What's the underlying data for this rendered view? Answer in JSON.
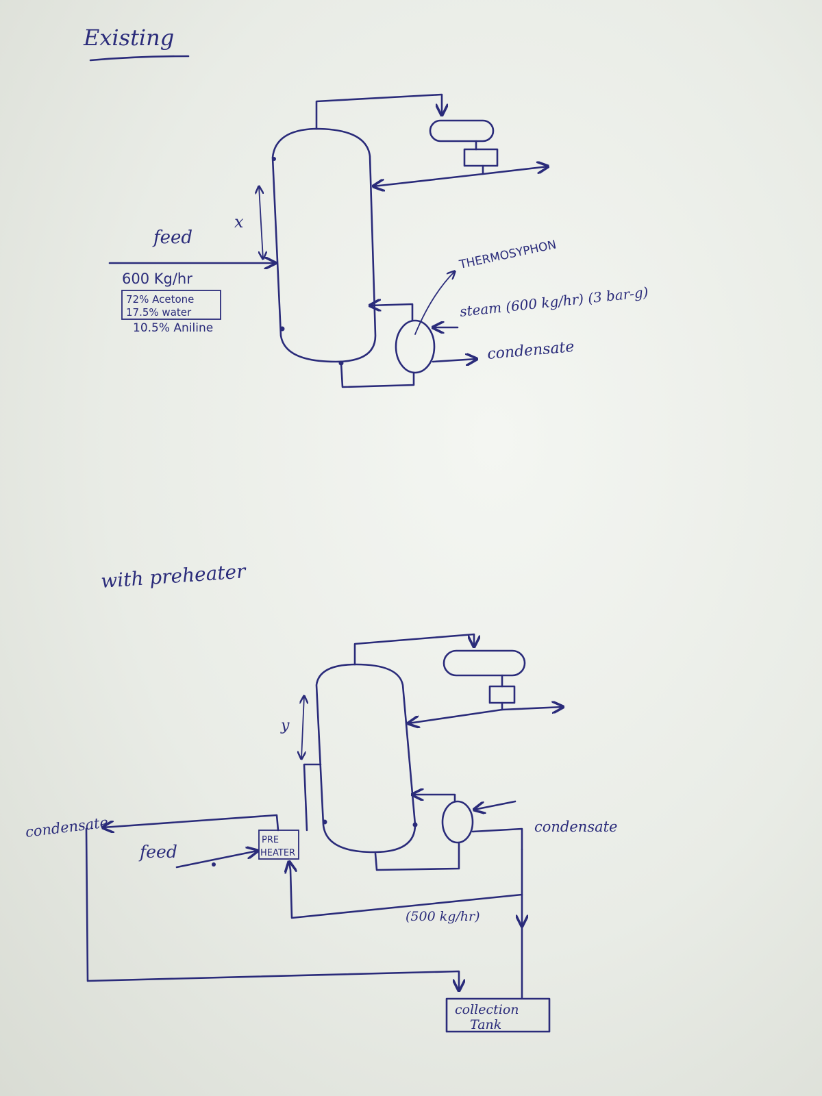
{
  "existing": {
    "title": "Existing",
    "feed_label": "feed",
    "distance_label": "x",
    "feed_rate": "600 Kg/hr",
    "composition": [
      "72% Acetone",
      "17.5% water"
    ],
    "aniline": "10.5% Aniline",
    "thermosyphon": "THERMOSYPHON",
    "steam": "steam (600 kg/hr) (3 bar-g)",
    "condensate": "condensate"
  },
  "preheater": {
    "title": "with preheater",
    "distance_label": "y",
    "feed_label": "feed",
    "preheater_box": [
      "PRE",
      "HEATER"
    ],
    "condensate_left": "condensate",
    "condensate_right": "condensate",
    "flow_rate": "(500 kg/hr)",
    "tank": [
      "collection",
      "Tank"
    ]
  }
}
